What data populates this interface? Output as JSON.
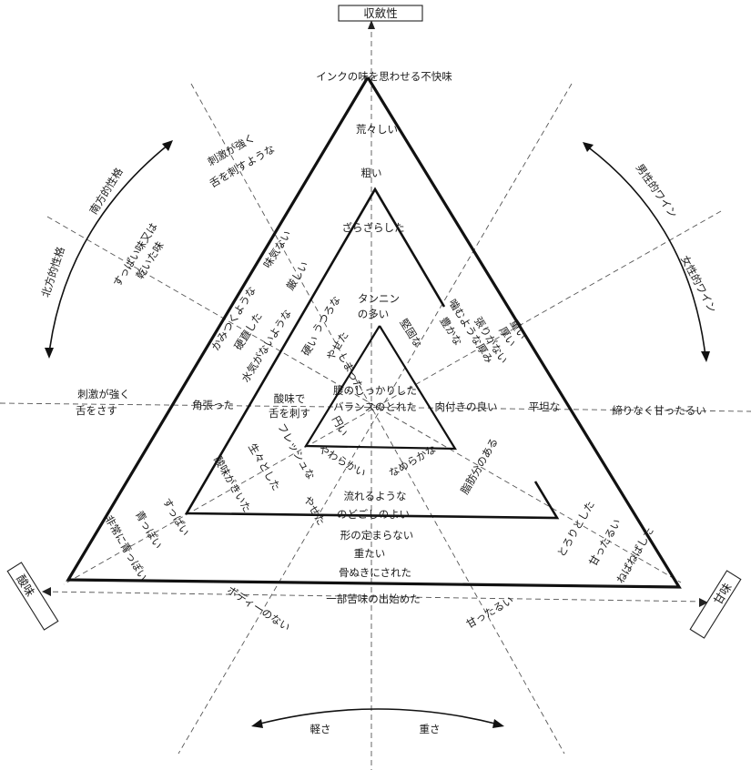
{
  "poles": {
    "top": "収斂性",
    "left": "酸味",
    "right": "甘味"
  },
  "outer": {
    "southern": "南方的性格",
    "northern": "北方的性格",
    "masculine": "男性的ワイン",
    "feminine": "女性的ワイン",
    "light": "軽さ",
    "heavy": "重さ"
  },
  "terms": {
    "t_ink": "インクの味を思わせる不快味",
    "t_arai": "荒々しい",
    "t_arai2": "粗い",
    "t_zara": "ざらざらした",
    "t_tannin1": "タンニン",
    "t_tannin2": "の多い",
    "t_shigeki1": "刺激が強く",
    "t_shigeki2": "舌を刺すような",
    "t_suppai1": "すっぱい味又は",
    "t_suppai2": "乾いた味",
    "t_ajike": "味気ない",
    "t_kibishii": "厳しい",
    "t_kamitsuku": "かみつくような",
    "t_kouchoku": "硬直した",
    "t_mizuke": "水気がないような",
    "t_utsuro": "うつろな",
    "t_katai": "硬い",
    "t_yaseta1": "やせた",
    "t_shimatta": "しまった",
    "t_kengo": "堅固な",
    "t_omoi": "重い",
    "t_atsui": "厚い",
    "t_hari": "張りがない",
    "t_kamu": "噛むような厚み",
    "t_yutaka": "豊かな",
    "t_shigeki3": "刺激が強く",
    "t_shigeki4": "舌をさす",
    "t_kakubatta": "角張った",
    "t_sanmi1": "酸味で",
    "t_sanmi2": "舌を刺す",
    "t_koshi": "腰のしっかりした",
    "t_balance": "バランスのとれた",
    "t_nikuzuki": "肉付きの良い",
    "t_heitan": "平坦な",
    "t_shimari": "締りなく甘ったるい",
    "t_marui": "円い",
    "t_fresh": "フレッシュな",
    "t_ikiiki": "生々とした",
    "t_sanmi_kiki": "酸味がきいた",
    "t_yawaraka": "やわらかい",
    "t_nameraka": "なめらかな",
    "t_shiboubun": "脂肪分のある",
    "t_nagareru": "流れるような",
    "t_nodogoshi": "のどごしのよい",
    "t_yaseta2": "やせた",
    "t_katachi": "形の定まらない",
    "t_omotai": "重たい",
    "t_honenuki": "骨ぬきにされた",
    "t_toroori": "とろりとした",
    "t_amattarui1": "甘ったるい",
    "t_nebaneba": "ねばねばした",
    "t_suppai3": "すっぱい",
    "t_aokusai": "青っぽい",
    "t_hijou": "非常に青っぽい",
    "t_ichibu": "一部苦味の出始めた",
    "t_body": "ボディーのない",
    "t_amattarui2": "甘ったるい"
  }
}
